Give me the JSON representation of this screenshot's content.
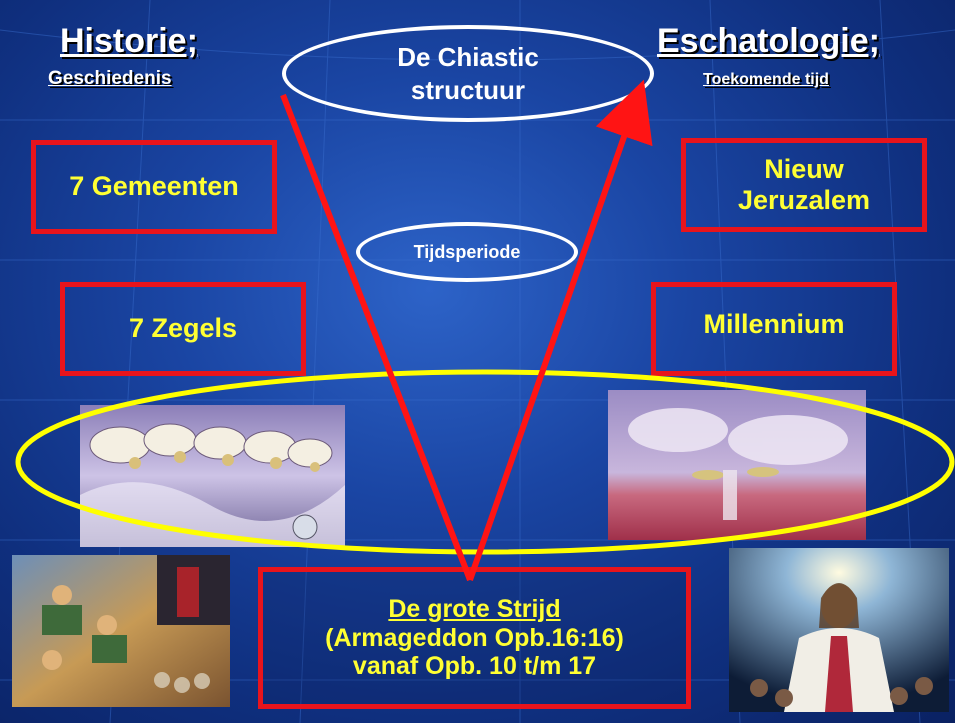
{
  "left_header": {
    "title": "Historie;",
    "subtitle": "Geschiedenis"
  },
  "right_header": {
    "title": "Eschatologie;",
    "subtitle": "Toekomende tijd"
  },
  "center_oval": {
    "line1": "De Chiastic",
    "line2": "structuur"
  },
  "period_oval": "Tijdsperiode",
  "left_boxes": [
    "7 Gemeenten",
    "7 Zegels"
  ],
  "right_boxes": {
    "nieuw_line1": "Nieuw",
    "nieuw_line2": "Jeruzalem",
    "millennium": "Millennium"
  },
  "bottom_box": {
    "line1": "De grote Strijd",
    "line2": "(Armageddon Opb.16:16)",
    "line3": "vanaf Opb. 10 t/m 17"
  },
  "images": {
    "left_angels": "angels-trumpets-painting",
    "right_angels": "angels-bowls-painting",
    "bottom_left": "battle-scene-painting",
    "bottom_right": "jesus-light-painting"
  },
  "colors": {
    "background": "#1a45a3",
    "box_border": "#e8141c",
    "box_text": "#ffff33",
    "header_text": "#ffffff",
    "arrow": "#ff1414",
    "highlight_ellipse": "#ffff00"
  }
}
